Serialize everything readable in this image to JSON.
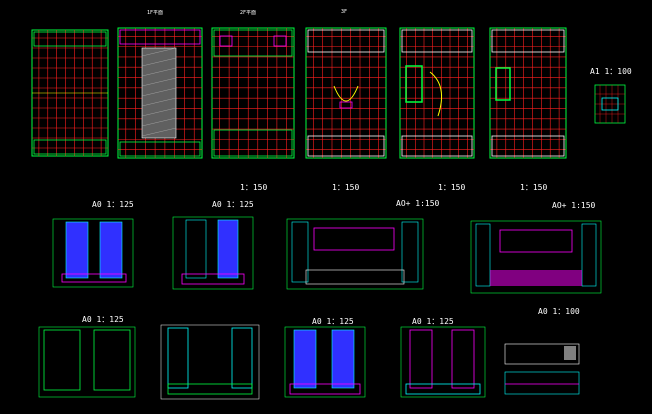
{
  "app": {
    "title": "CAD drawing sheets"
  },
  "colors": {
    "background": "#000000",
    "grid_red": "#ff2020",
    "wall_green": "#00ff40",
    "magenta": "#ff00ff",
    "cyan": "#00ffff",
    "blue": "#3030ff",
    "white": "#ffffff",
    "yellow": "#ffff00"
  },
  "top_row": {
    "sheet_titles": [
      "1F平面",
      "2F平面",
      "3F"
    ],
    "scales": [
      "1：150",
      "1：150",
      "1：150",
      "1：150"
    ],
    "side_label": "A1  1：100"
  },
  "middle_row": {
    "labels": [
      "A0  1：125",
      "A0  1：125",
      "AO+ 1:150",
      "AO+ 1:150"
    ]
  },
  "bottom_row": {
    "labels": [
      "A0  1：125",
      "A0  1：125",
      "A0  1：125",
      "A0  1：100"
    ]
  }
}
